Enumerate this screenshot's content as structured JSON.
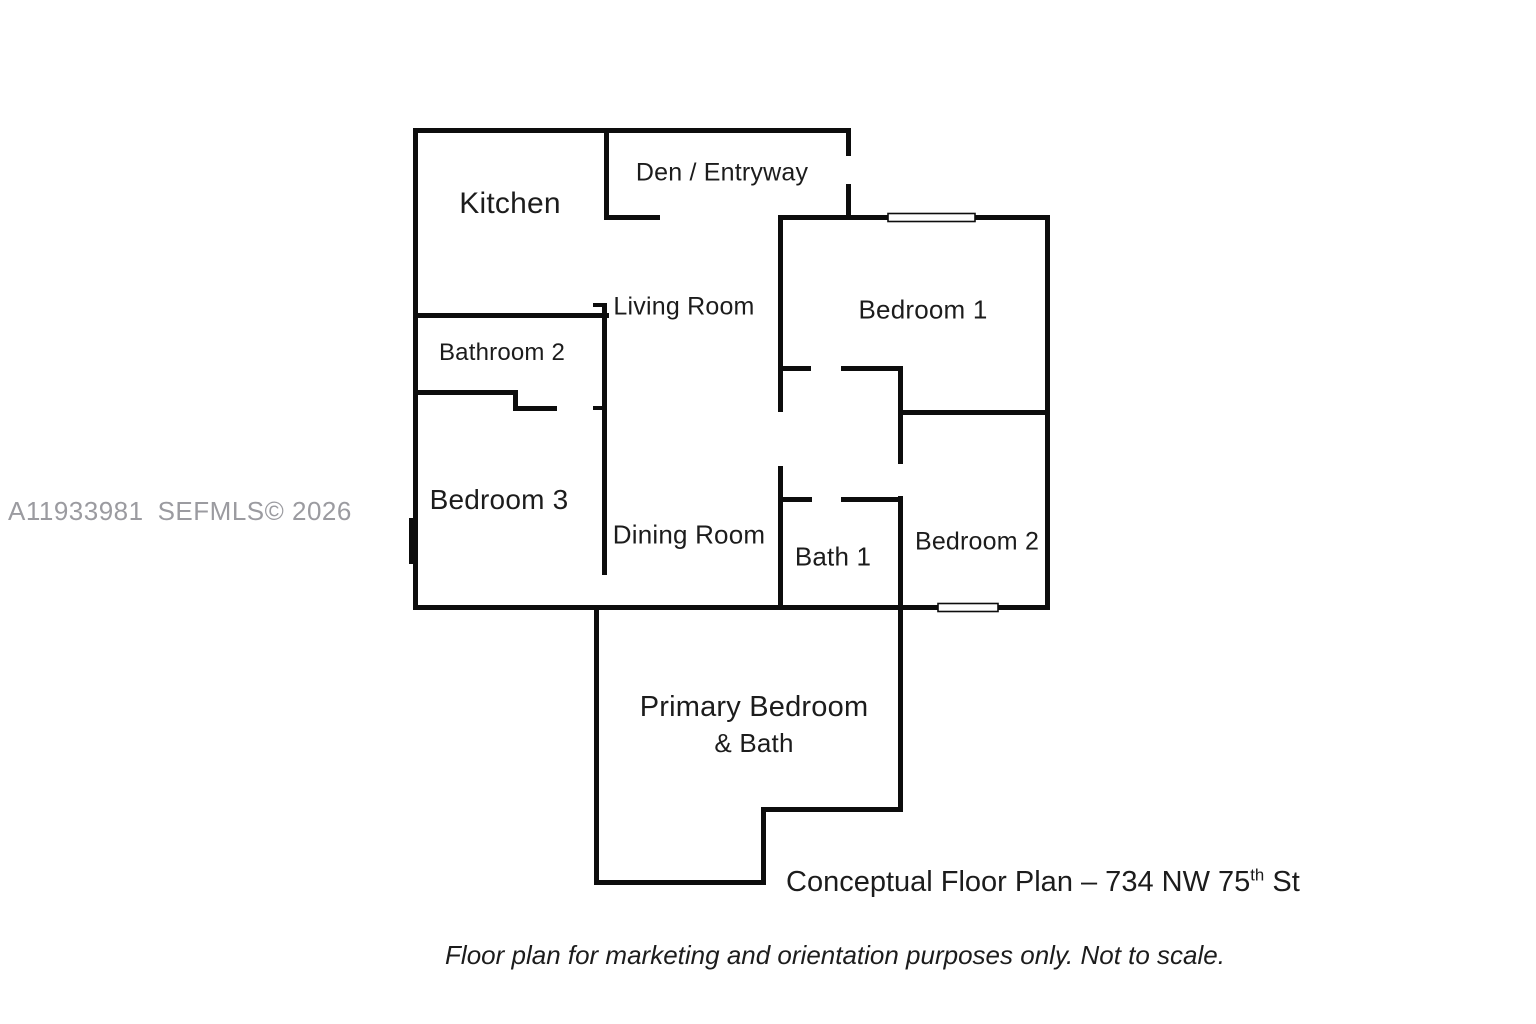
{
  "plan": {
    "rooms": {
      "kitchen": {
        "label": "Kitchen"
      },
      "den": {
        "label": "Den / Entryway"
      },
      "living": {
        "label": "Living Room"
      },
      "bedroom1": {
        "label": "Bedroom 1"
      },
      "bathroom2": {
        "label": "Bathroom 2"
      },
      "bedroom3": {
        "label": "Bedroom 3"
      },
      "dining": {
        "label": "Dining Room"
      },
      "bath1": {
        "label": "Bath 1"
      },
      "bedroom2": {
        "label": "Bedroom 2"
      },
      "primary": {
        "label": "Primary Bedroom",
        "label2": "& Bath"
      }
    },
    "caption": {
      "text_before_sup": "Conceptual Floor Plan – 734 NW 75",
      "sup": "th",
      "text_after_sup": " St"
    },
    "disclaimer": "Floor plan for marketing and orientation purposes only. Not to scale.",
    "watermark": {
      "listing_id": "A11933981",
      "mls": "SEFMLS© 2026"
    },
    "colors": {
      "wall": "#0d0d0d",
      "background": "#ffffff",
      "watermark_gray": "#9b9ba0",
      "text": "#1c1c1c"
    }
  }
}
